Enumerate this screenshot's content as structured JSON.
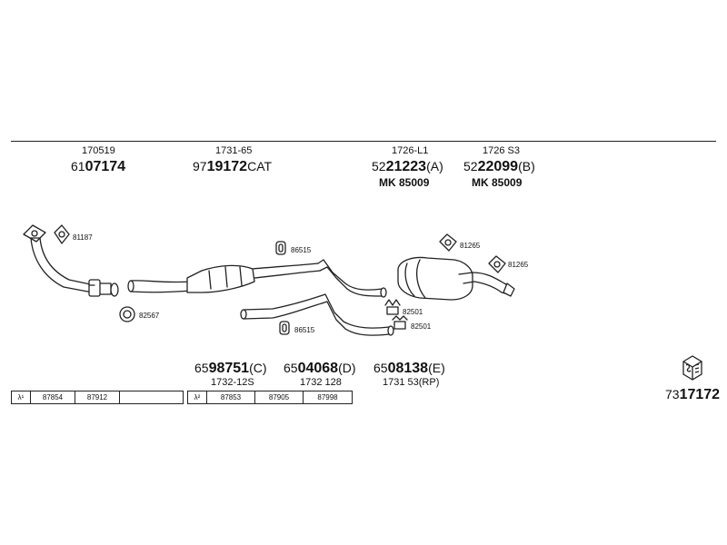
{
  "top_parts": [
    {
      "ref": "170519",
      "prefix": "61",
      "bold": "07174",
      "suffix": ""
    },
    {
      "ref": "1731-65",
      "prefix": "97",
      "bold": "19172",
      "suffix": "CAT"
    },
    {
      "ref": "1726-L1",
      "prefix": "52",
      "bold": "21223",
      "suffix": "(A)",
      "mk": "MK 85009"
    },
    {
      "ref": "1726 S3",
      "prefix": "52",
      "bold": "22099",
      "suffix": "(B)",
      "mk": "MK 85009"
    }
  ],
  "bottom_parts": [
    {
      "prefix": "65",
      "bold": "98751",
      "suffix": "(C)",
      "ref": "1732-12S"
    },
    {
      "prefix": "65",
      "bold": "04068",
      "suffix": "(D)",
      "ref": "1732 128"
    },
    {
      "prefix": "65",
      "bold": "08138",
      "suffix": "(E)",
      "ref": "1731 53(RP)"
    }
  ],
  "component_labels": {
    "c81187": "81187",
    "c82567": "82567",
    "c86515a": "86515",
    "c86515b": "86515",
    "c82501a": "82501",
    "c82501b": "82501",
    "c81265a": "81265",
    "c81265b": "81265"
  },
  "lambda_table_1": {
    "label": "λ¹",
    "cells": [
      "87854",
      "87912",
      ""
    ]
  },
  "lambda_table_2": {
    "label": "λ²",
    "cells": [
      "87853",
      "87905",
      "87998"
    ]
  },
  "kit_number": {
    "prefix": "73",
    "bold": "17172"
  }
}
